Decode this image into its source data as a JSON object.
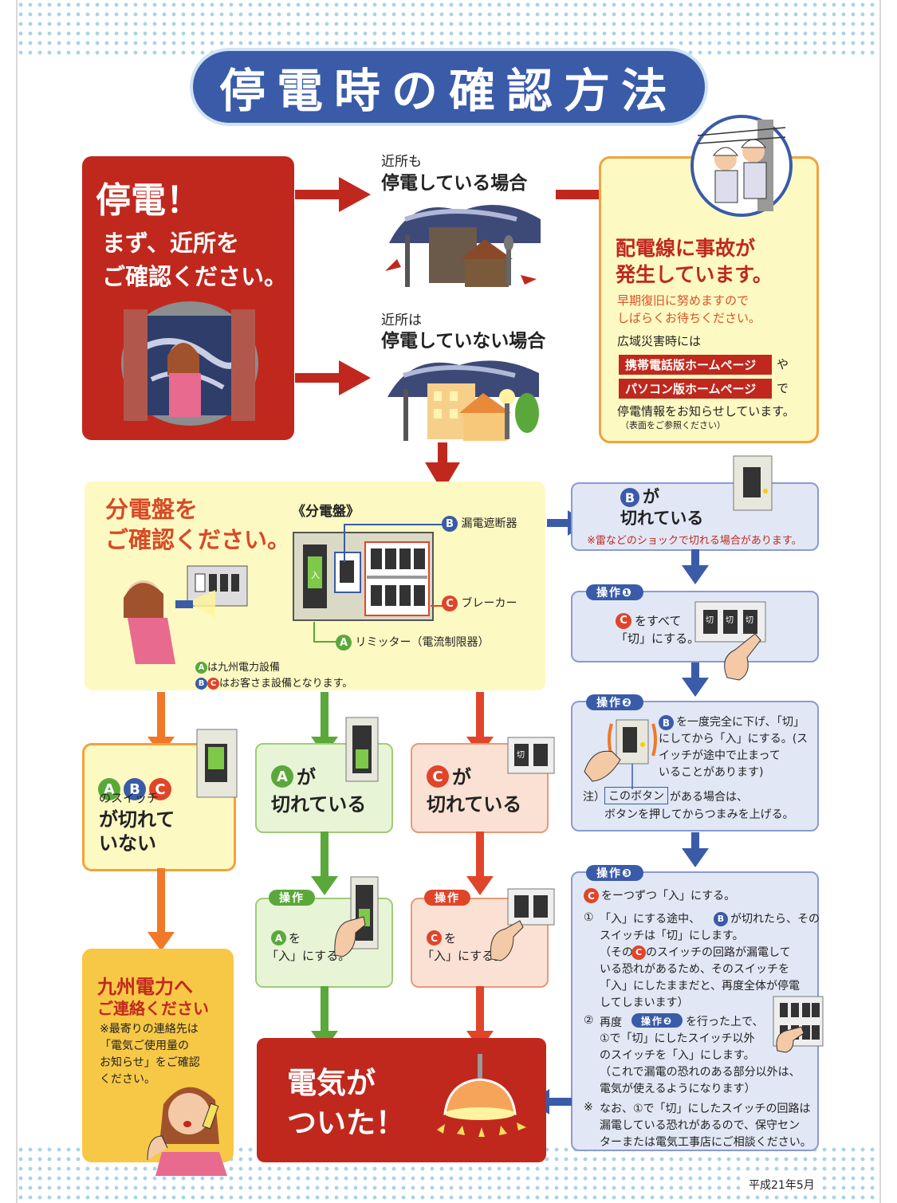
{
  "title": "停電時の確認方法",
  "start": {
    "heading": "停電！",
    "sub": "まず、近所を\nご確認ください。"
  },
  "case_neighbor_out": {
    "small": "近所も",
    "big": "停電している場合"
  },
  "case_neighbor_on": {
    "small": "近所は",
    "big": "停電していない場合"
  },
  "accident": {
    "heading": "配電線に事故が\n発生しています。",
    "sub": "早期復旧に努めますので\nしばらくお待ちください。",
    "wide": "広域災害時には",
    "link_mobile": "携帯電話版ホームページ",
    "link_mobile_suffix": "や",
    "link_pc": "パソコン版ホームページ",
    "link_pc_suffix": "で",
    "info": "停電情報をお知らせしています。",
    "note": "（表面をご参照ください）"
  },
  "panel": {
    "heading": "分電盤を\nご確認ください。",
    "label": "《分電盤》",
    "b_label": "漏電遮断器",
    "c_label": "ブレーカー",
    "a_label": "リミッター（電流制限器）",
    "legend_a": "は九州電力設備",
    "legend_bc": "はお客さま設備となります。",
    "switch_on": "入"
  },
  "letters": {
    "a": "A",
    "b": "B",
    "c": "C"
  },
  "b_off": {
    "title": "が\n切れている",
    "note": "※雷などのショックで切れる場合があります。"
  },
  "op1": {
    "tag": "操作❶",
    "text": "をすべて\n「切」にする。",
    "sw": "切"
  },
  "op2": {
    "tag": "操作❷",
    "text": "を一度完全に下げ､「切」\nにしてから「入」にする。(ス\nイッチが途中で止まって\nいることがあります)",
    "note_prefix": "注）",
    "note_btn": "このボタン",
    "note_suffix": "がある場合は、",
    "note_line2": "ボタンを押してからつまみを上げる。"
  },
  "op3": {
    "tag": "操作❸",
    "line1": "をーつずつ「入」にする。",
    "item1_num": "①",
    "item1": "「入」にする途中、",
    "item1b": "が切れたら、その\nスイッチは「切」にします。",
    "item1c": "（その",
    "item1d": "のスイッチの回路が漏電して\nいる恐れがあるため、そのスイッチを\n「入」にしたままだと、再度全体が停電\nしてしまいます）",
    "item2_num": "②",
    "item2a": "再度",
    "item2_tag": "操作❷",
    "item2b": "を行った上で、\n①で「切」にしたスイッチ以外\nのスイッチを「入」にします。\n（これで漏電の恐れのある部分以外は、\n電気が使えるようになります）",
    "note_mark": "※",
    "note": "なお、①で「切」にしたスイッチの回路は\n漏電している恐れがあるので、保守セン\nターまたは電気工事店にご相談ください。"
  },
  "abc_ok": {
    "sub": "のスイッチ",
    "title": "が切れて\nいない"
  },
  "a_off": {
    "title": "が\n切れている"
  },
  "c_off": {
    "title": "が\n切れている"
  },
  "op_a": {
    "tag": "操作",
    "text": "を\n「入」にする。"
  },
  "op_c": {
    "tag": "操作",
    "text": "を\n「入」にする。"
  },
  "kyuden": {
    "title": "九州電力へ",
    "sub": "ご連絡ください",
    "note": "※最寄りの連絡先は\n「電気ご使用量の\nお知らせ」をご確認\nください。"
  },
  "result": {
    "text": "電気が\nついた！"
  },
  "date": "平成21年5月",
  "colors": {
    "red": "#c0281e",
    "blue": "#3a5ba8",
    "green": "#5aa83a",
    "orange": "#f07828",
    "a": "#5aa83a",
    "b": "#3a5ba8",
    "c": "#e0452a"
  }
}
